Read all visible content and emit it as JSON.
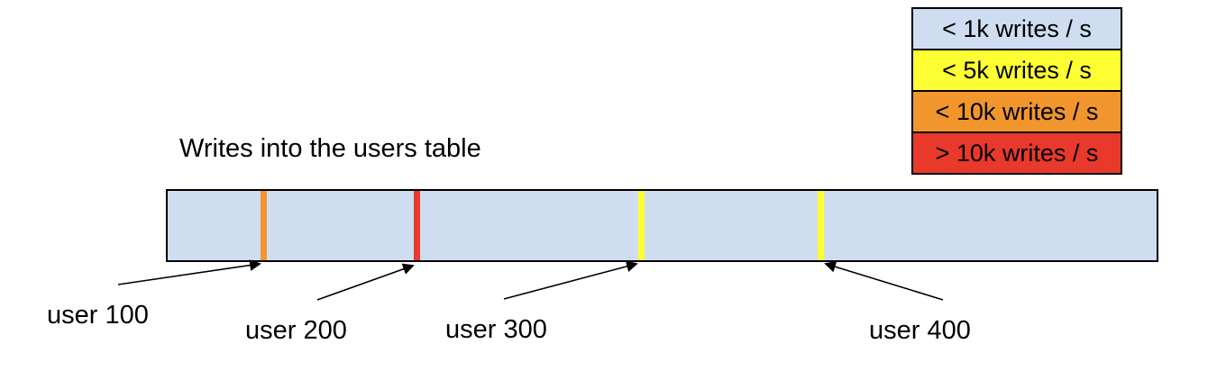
{
  "title": "Writes into the users table",
  "legend": {
    "items": [
      {
        "label": "< 1k writes / s",
        "color": "#cfddf0"
      },
      {
        "label": "< 5k writes / s",
        "color": "#feff33"
      },
      {
        "label": "< 10k writes / s",
        "color": "#f0962d"
      },
      {
        "label": "> 10k writes / s",
        "color": "#e8392b"
      }
    ]
  },
  "bar": {
    "fill_color": "#cfddf0",
    "border_color": "#000000",
    "markers": [
      {
        "label": "user 100",
        "color": "#f0962d",
        "position": "103px"
      },
      {
        "label": "user 200",
        "color": "#e8392b",
        "position": "273px"
      },
      {
        "label": "user 300",
        "color": "#feff33",
        "position": "522px"
      },
      {
        "label": "user 400",
        "color": "#feff33",
        "position": "721px"
      }
    ]
  }
}
